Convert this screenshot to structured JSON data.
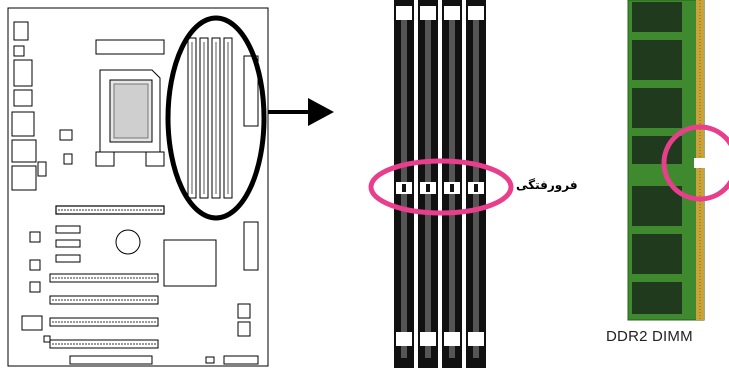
{
  "labels": {
    "notch": "فرورفتگی",
    "dimm": "DDR2 DIMM"
  },
  "colors": {
    "highlight_ring": "#e83e8c",
    "board_outline": "#000000",
    "pcb_green": "#3f8a2e",
    "chip_dark": "#1f3a1c",
    "gold_contacts": "#c9a23a"
  },
  "icons": [
    "motherboard-diagram",
    "arrow-right-icon",
    "memory-slots-closeup",
    "ddr2-module-photo"
  ]
}
